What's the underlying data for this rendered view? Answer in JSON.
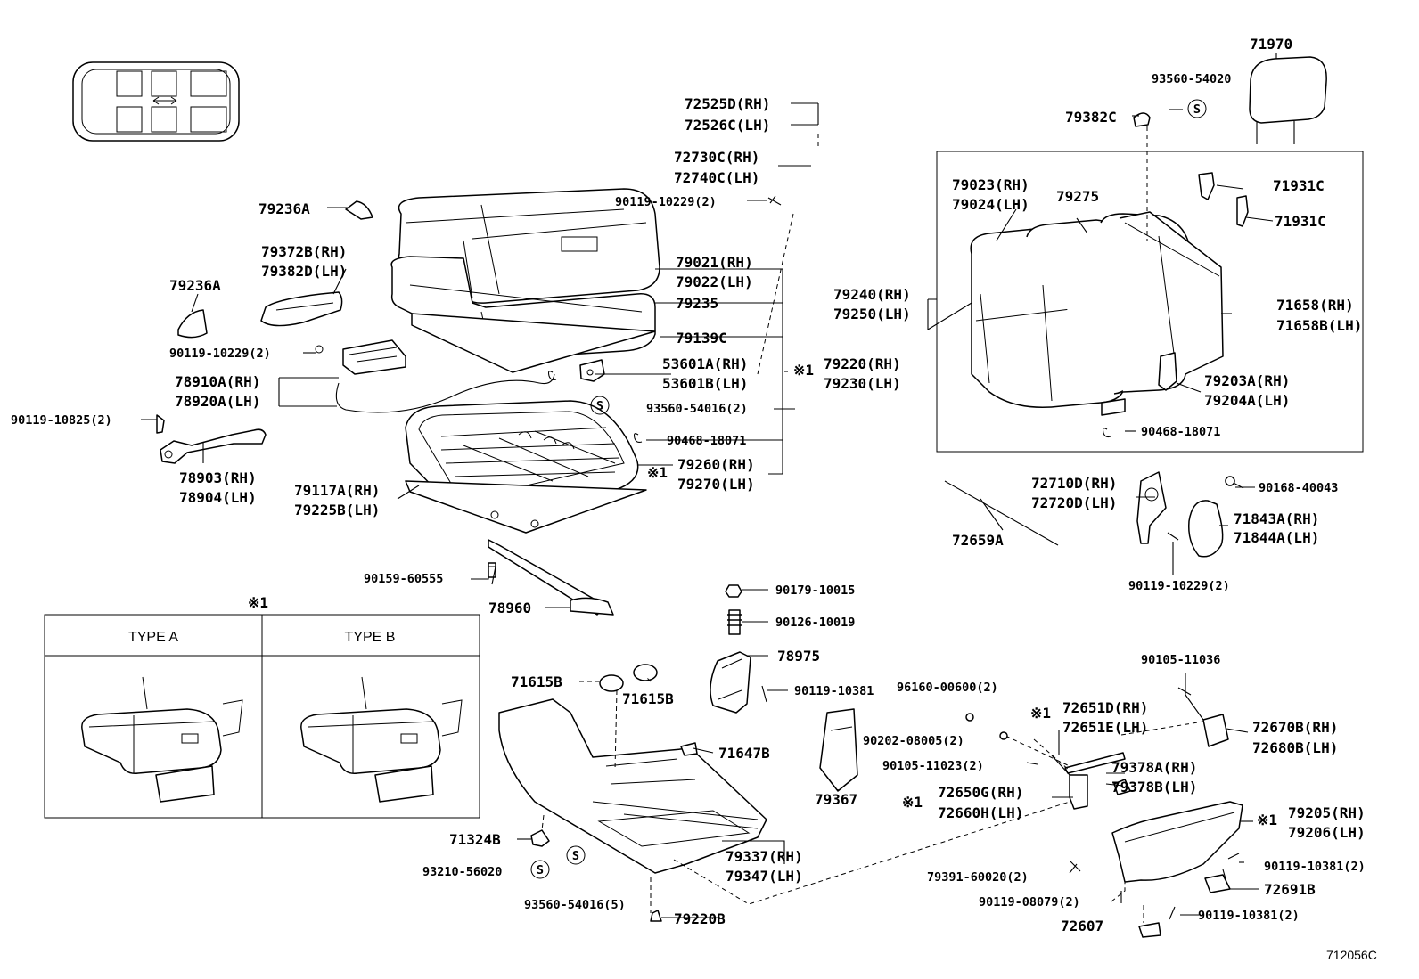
{
  "figure_code": "712056C",
  "note_mark": "※1",
  "type_labels": [
    "TYPE A",
    "TYPE B"
  ],
  "s_mark": "S",
  "labels": {
    "p71970": "71970",
    "p93560_54020": "93560-54020",
    "p79382C": "79382C",
    "p72525D": "72525D(RH)",
    "p72526C": "72526C(LH)",
    "p72730C": "72730C(RH)",
    "p72740C": "72740C(LH)",
    "p90119_10229_top": "90119-10229(2)",
    "p79236A_1": "79236A",
    "p79372B": "79372B(RH)",
    "p79382D": "79382D(LH)",
    "p79236A_2": "79236A",
    "p90119_10229_left": "90119-10229(2)",
    "p78910A": "78910A(RH)",
    "p78920A": "78920A(LH)",
    "p90119_10825": "90119-10825(2)",
    "p78903": "78903(RH)",
    "p78904": "78904(LH)",
    "p79117A": "79117A(RH)",
    "p79225B": "79225B(LH)",
    "p90159_60555": "90159-60555",
    "p78960": "78960",
    "p79021": "79021(RH)",
    "p79022": "79022(LH)",
    "p79235": "79235",
    "p79139C": "79139C",
    "p53601A": "53601A(RH)",
    "p53601B": "53601B(LH)",
    "p93560_54016_a": "93560-54016(2)",
    "p90468_18071_a": "90468-18071",
    "p79260": "79260(RH)",
    "p79270": "79270(LH)",
    "p79220": "79220(RH)",
    "p79230": "79230(LH)",
    "p79240": "79240(RH)",
    "p79250": "79250(LH)",
    "p79023": "79023(RH)",
    "p79024": "79024(LH)",
    "p79275": "79275",
    "p71931C_1": "71931C",
    "p71931C_2": "71931C",
    "p71658": "71658(RH)",
    "p71658B": "71658B(LH)",
    "p79203A": "79203A(RH)",
    "p79204A": "79204A(LH)",
    "p90468_18071_b": "90468-18071",
    "p72710D": "72710D(RH)",
    "p72720D": "72720D(LH)",
    "p90168_40043": "90168-40043",
    "p71843A": "71843A(RH)",
    "p71844A": "71844A(LH)",
    "p72659A": "72659A",
    "p90119_10229_right": "90119-10229(2)",
    "p90179_10015": "90179-10015",
    "p90126_10019": "90126-10019",
    "p78975": "78975",
    "p90119_10381_a": "90119-10381",
    "p71615B_1": "71615B",
    "p71615B_2": "71615B",
    "p71647B": "71647B",
    "p79367": "79367",
    "p71324B": "71324B",
    "p93210_56020": "93210-56020",
    "p93560_54016_b": "93560-54016(5)",
    "p79220B": "79220B",
    "p79337": "79337(RH)",
    "p79347": "79347(LH)",
    "p96160_00600": "96160-00600(2)",
    "p72651D": "72651D(RH)",
    "p72651E": "72651E(LH)",
    "p90202_08005": "90202-08005(2)",
    "p90105_11023": "90105-11023(2)",
    "p72650G": "72650G(RH)",
    "p72660H": "72660H(LH)",
    "p79378A": "79378A(RH)",
    "p79378B": "79378B(LH)",
    "p90105_11036": "90105-11036",
    "p72670B": "72670B(RH)",
    "p72680B": "72680B(LH)",
    "p79205": "79205(RH)",
    "p79206": "79206(LH)",
    "p90119_10381_b": "90119-10381(2)",
    "p72691B": "72691B",
    "p79391_60020": "79391-60020(2)",
    "p90119_08079": "90119-08079(2)",
    "p72607": "72607",
    "p90119_10381_c": "90119-10381(2)"
  }
}
